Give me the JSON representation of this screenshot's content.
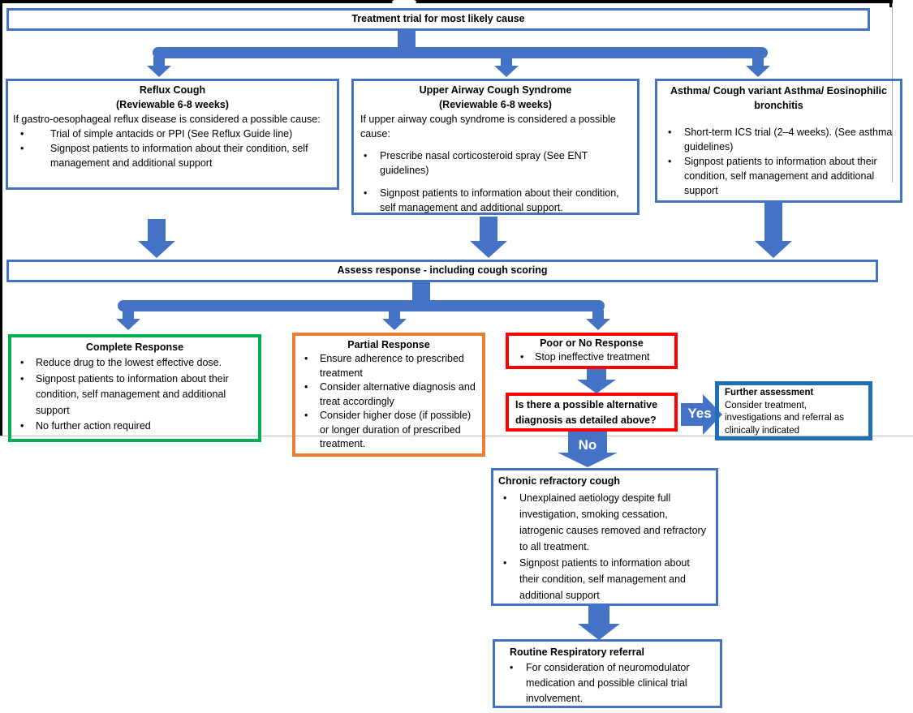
{
  "palette": {
    "arrow_blue": "#4472C4",
    "assessment_blue": "#1F6FB5",
    "complete_green": "#00B050",
    "partial_orange": "#ED7D31",
    "alert_red": "#FF0000"
  },
  "flow": {
    "top": {
      "title": "Treatment trial for most likely cause"
    },
    "reflux": {
      "title1": "Reflux Cough",
      "title2": "(Reviewable 6-8 weeks)",
      "intro": "If gastro-oesophageal reflux disease is considered a possible cause:",
      "bullets": [
        "Trial of simple antacids or PPI (See Reflux Guide line)",
        "Signpost patients to information about their condition, self management and additional support"
      ]
    },
    "uacs": {
      "title1": "Upper Airway Cough Syndrome",
      "title2": "(Reviewable 6-8 weeks)",
      "intro": "If upper airway cough syndrome is considered a possible cause:",
      "bullets": [
        "Prescribe nasal corticosteroid spray (See ENT guidelines)",
        "Signpost patients to information about their condition, self management and additional support."
      ]
    },
    "asthma": {
      "title": "Asthma/ Cough variant Asthma/ Eosinophilic bronchitis",
      "bullets": [
        "Short-term ICS trial (2–4 weeks). (See asthma guidelines)",
        "Signpost patients to information about their condition, self management and additional support"
      ]
    },
    "assess": {
      "title": "Assess response - including cough scoring"
    },
    "complete": {
      "title": "Complete Response",
      "bullets": [
        "Reduce drug to the lowest effective dose.",
        "Signpost patients to information about their condition, self management and additional support",
        "No further action required"
      ]
    },
    "partial": {
      "title": "Partial Response",
      "bullets": [
        "Ensure adherence to prescribed treatment",
        "Consider alternative diagnosis and treat accordingly",
        "Consider higher dose (if possible) or longer duration of prescribed treatment."
      ]
    },
    "poor": {
      "title": "Poor or No Response",
      "bullets": [
        "Stop ineffective treatment"
      ]
    },
    "question": {
      "text": "Is there a possible alternative diagnosis as detailed above?"
    },
    "yes_label": "Yes",
    "no_label": "No",
    "further": {
      "title": "Further assessment",
      "body": "Consider treatment, investigations and referral as clinically indicated"
    },
    "chronic": {
      "title": "Chronic refractory cough",
      "bullets": [
        "Unexplained aetiology despite full investigation, smoking cessation, iatrogenic causes removed and refractory to all treatment.",
        "Signpost patients to information about their condition, self management and additional support"
      ]
    },
    "routine": {
      "title": "Routine Respiratory referral",
      "bullets": [
        "For consideration of neuromodulator medication and possible clinical trial involvement."
      ]
    }
  }
}
